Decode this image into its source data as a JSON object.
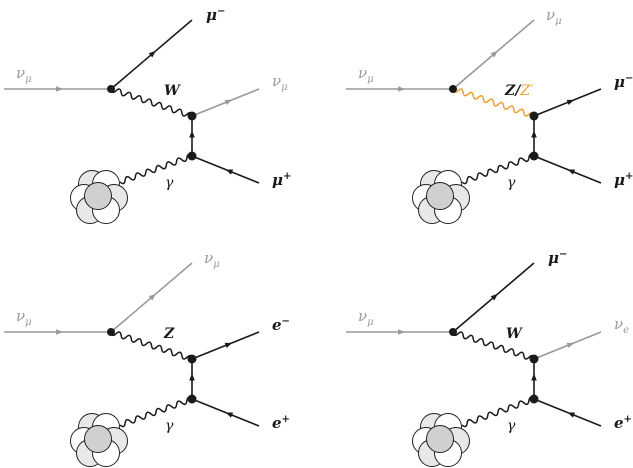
{
  "colors": {
    "fermion": "#1a1a1a",
    "neutrino": "#999999",
    "boson": "#1a1a1a",
    "zprime": "#f0a030",
    "nucleon_fill": "#e8e8e8",
    "nucleon_fill_dark": "#d0d0d0"
  },
  "diagrams": [
    {
      "id": "top-left",
      "nu_in": "ν",
      "nu_in_sub": "μ",
      "top_out": "μ",
      "top_out_sup": "−",
      "boson": "W",
      "boson_extra": "",
      "right_upper": "ν",
      "right_upper_sub": "μ",
      "right_lower": "μ",
      "right_lower_sup": "+",
      "photon": "γ"
    },
    {
      "id": "top-right",
      "nu_in": "ν",
      "nu_in_sub": "μ",
      "top_out": "ν",
      "top_out_sub": "μ",
      "boson": "Z",
      "boson_sep": "/",
      "boson_extra": "Z′",
      "right_upper": "μ",
      "right_upper_sup": "−",
      "right_lower": "μ",
      "right_lower_sup": "+",
      "photon": "γ"
    },
    {
      "id": "bottom-left",
      "nu_in": "ν",
      "nu_in_sub": "μ",
      "top_out": "ν",
      "top_out_sub": "μ",
      "boson": "Z",
      "boson_extra": "",
      "right_upper": "e",
      "right_upper_sup": "−",
      "right_lower": "e",
      "right_lower_sup": "+",
      "photon": "γ"
    },
    {
      "id": "bottom-right",
      "nu_in": "ν",
      "nu_in_sub": "μ",
      "top_out": "μ",
      "top_out_sup": "−",
      "boson": "W",
      "boson_extra": "",
      "right_upper": "ν",
      "right_upper_sub": "e",
      "right_lower": "e",
      "right_lower_sup": "+",
      "photon": "γ"
    }
  ]
}
